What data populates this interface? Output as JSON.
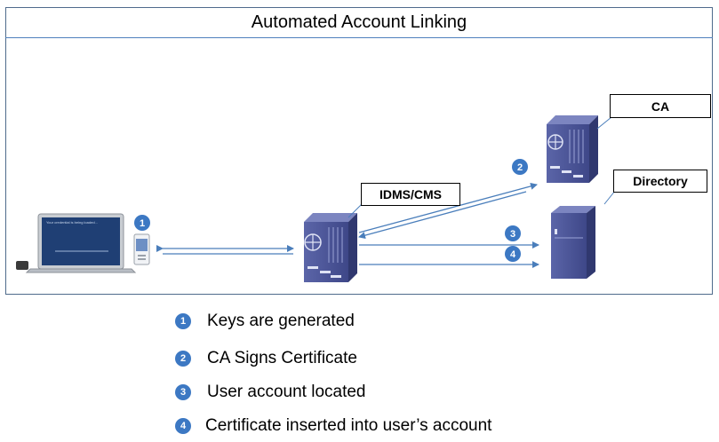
{
  "title": "Automated Account Linking",
  "nodes": {
    "ca": "CA",
    "idms": "IDMS/CMS",
    "directory": "Directory"
  },
  "laptop_screen_text": "Your credential is being loaded...",
  "badges": [
    "1",
    "2",
    "3",
    "4"
  ],
  "legend": [
    {
      "num": "1",
      "text": "Keys are generated"
    },
    {
      "num": "2",
      "text": "CA Signs Certificate"
    },
    {
      "num": "3",
      "text": "User account located"
    },
    {
      "num": "4",
      "text": "Certificate inserted into user’s account"
    }
  ],
  "colors": {
    "frame": "#4f6b8c",
    "arrow": "#4a7ebb",
    "badge": "#3c78c3",
    "server": "#4a5498"
  }
}
